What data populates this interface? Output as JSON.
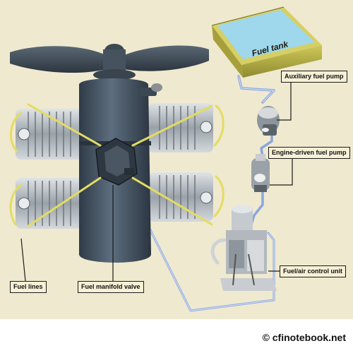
{
  "labels": {
    "fuel_tank": "Fuel tank",
    "auxiliary_pump": "Auxiliary fuel pump",
    "engine_driven_pump": "Engine-driven fuel pump",
    "fuel_air_control": "Fuel/air control unit",
    "fuel_lines": "Fuel lines",
    "fuel_manifold_valve": "Fuel manifold valve"
  },
  "credit": "© cfinotebook.net",
  "colors": {
    "background": "#efe9cf",
    "engine": "#4a5a6a",
    "cylinder": "#bfc4c8",
    "fuel_line": "#e6df6a",
    "supply_line": "#9fb4e8",
    "tank": "#b7b04c",
    "tank_fuel": "#9fd7ec"
  }
}
